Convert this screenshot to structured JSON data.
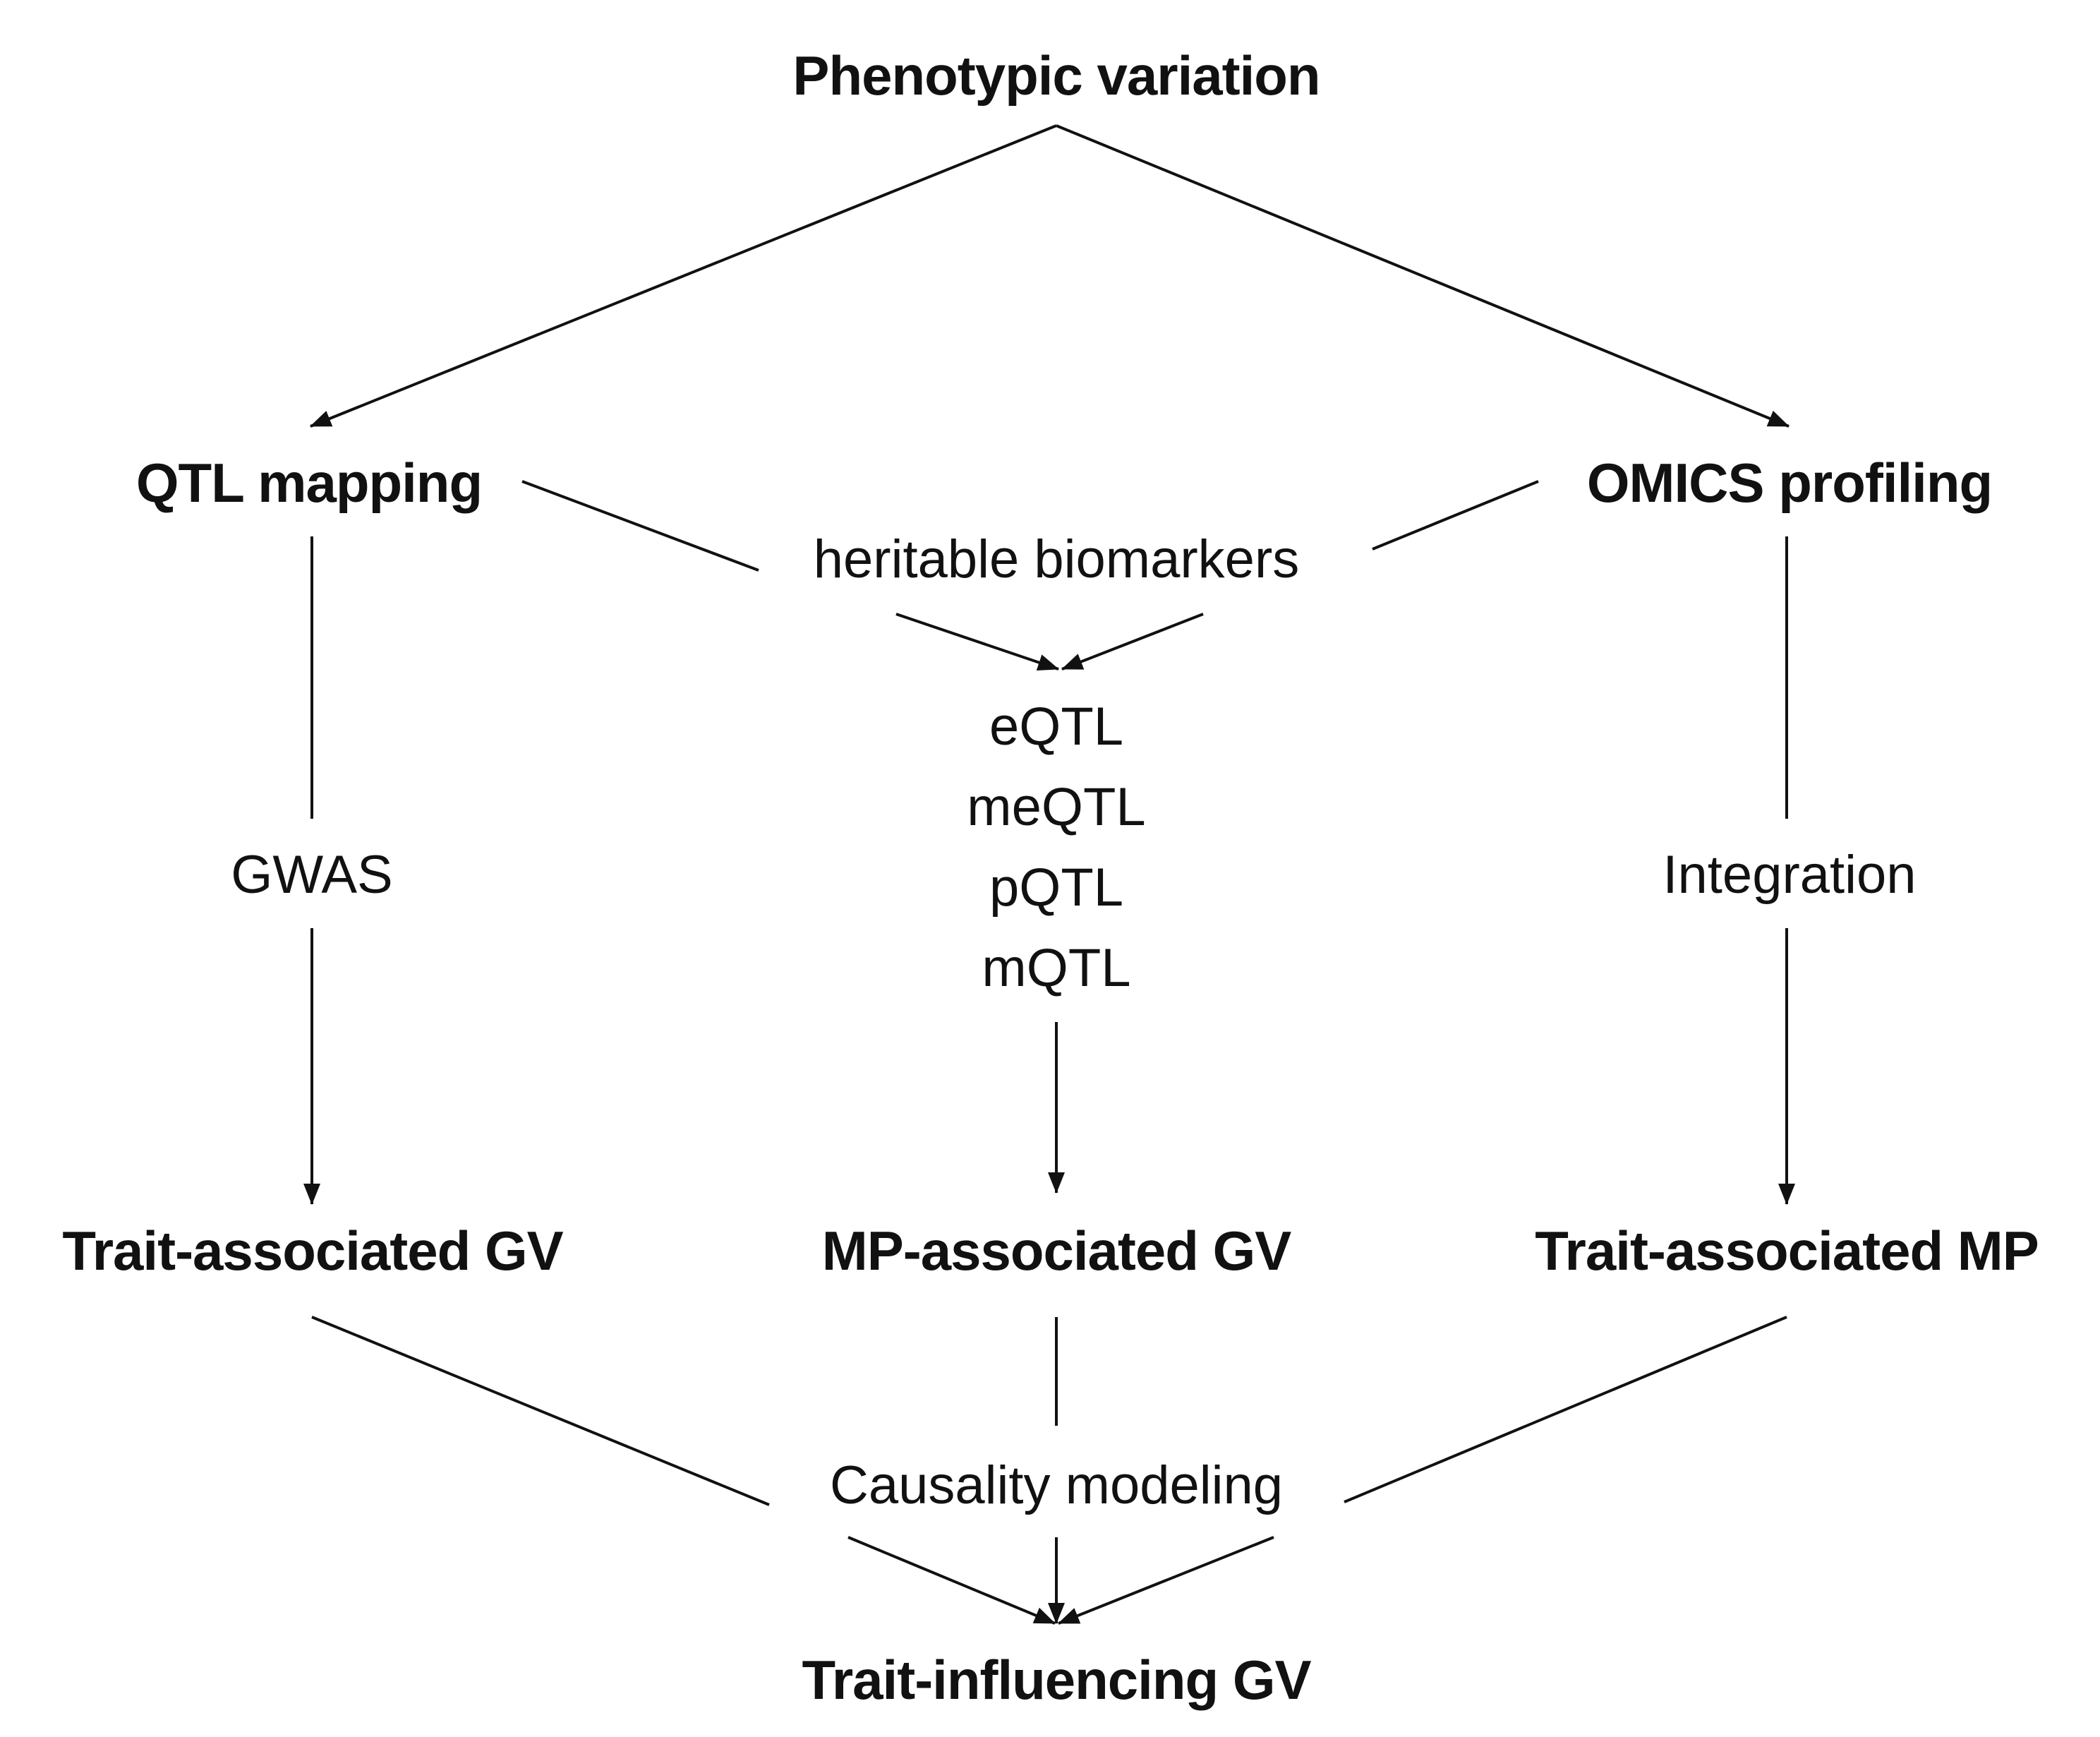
{
  "nodes": {
    "phenotypic_variation": "Phenotypic variation",
    "qtl_mapping": "QTL mapping",
    "omics_profiling": "OMICS profiling",
    "heritable_biomarkers": "heritable biomarkers",
    "qtl_types": [
      "eQTL",
      "meQTL",
      "pQTL",
      "mQTL"
    ],
    "gwas": "GWAS",
    "integration": "Integration",
    "trait_associated_gv": "Trait-associated GV",
    "mp_associated_gv": "MP-associated GV",
    "trait_associated_mp": "Trait-associated MP",
    "causality_modeling": "Causality modeling",
    "trait_influencing_gv": "Trait-influencing GV"
  },
  "colors": {
    "line": "#111111",
    "text": "#111111",
    "background": "#ffffff"
  }
}
